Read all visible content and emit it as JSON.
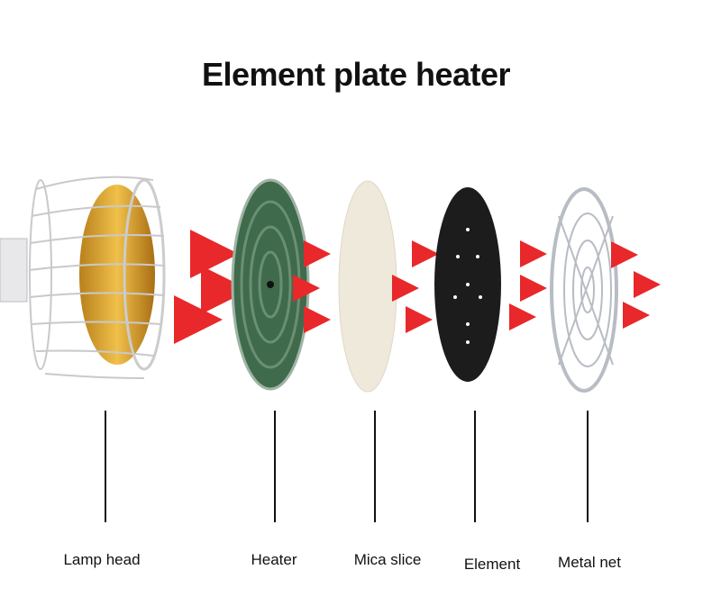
{
  "title": "Element plate heater",
  "labels": {
    "lamp_head": "Lamp head",
    "heater": "Heater",
    "mica_slice": "Mica slice",
    "element": "Element",
    "metal_net": "Metal net"
  },
  "colors": {
    "arrow": "#e8282a",
    "heater": "#3f6b4c",
    "mica": "#efe9dc",
    "element": "#1c1c1c",
    "lamp_gold": "#d9a42a"
  }
}
